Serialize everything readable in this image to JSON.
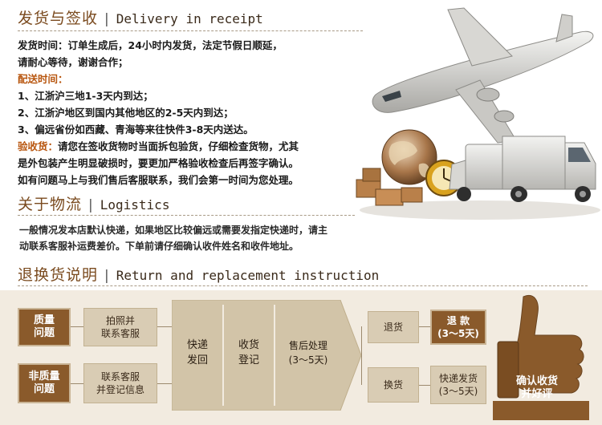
{
  "delivery": {
    "title_cn": "发货与签收",
    "separator": "|",
    "title_en": "Delivery in receipt",
    "line1": "发货时间：订单生成后，24小时内发货，法定节假日顺延，",
    "line2": "请耐心等待，谢谢合作；",
    "subtitle": "配送时间：",
    "item1": "1、江浙沪三地1-3天内到达；",
    "item2": "2、江浙沪地区到国内其他地区的2-5天内到达；",
    "item3": "3、偏远省份如西藏、青海等来往快件3-8天内送达。",
    "inspect_label": "验收货：",
    "inspect_text1": "请您在签收货物时当面拆包验货，仔细检查货物，尤其",
    "inspect_text2": "是外包装产生明显破损时，要更加严格验收检查后再签字确认。",
    "inspect_text3": "如有问题马上与我们售后客服联系，我们会第一时间为您处理。"
  },
  "logistics": {
    "title_cn": "关于物流",
    "separator": "|",
    "title_en": "Logistics",
    "text1": "一般情况发本店默认快递，如果地区比较偏远或需要发指定快递时，请主",
    "text2": "动联系客服补运费差价。下单前请仔细确认收件姓名和收件地址。"
  },
  "returns": {
    "title_cn": "退换货说明",
    "separator": "|",
    "title_en": "Return and replacement instruction"
  },
  "flow": {
    "quality_issue": "质量\n问题",
    "non_quality_issue": "非质量\n问题",
    "photo_contact": "拍照并\n联系客服",
    "contact_register": "联系客服\n并登记信息",
    "express_return": "快递\n发回",
    "receive_register": "收货\n登记",
    "after_sales": "售后处理\n(3～5天)",
    "return_goods": "退货",
    "exchange_goods": "换货",
    "refund": "退 款\n(3～5天)",
    "express_ship": "快递发货\n(3～5天)",
    "confirm_review": "确认收货\n并好评"
  },
  "colors": {
    "accent": "#b8560f",
    "brown": "#8a5a2b",
    "panel": "#f2ebe0"
  }
}
